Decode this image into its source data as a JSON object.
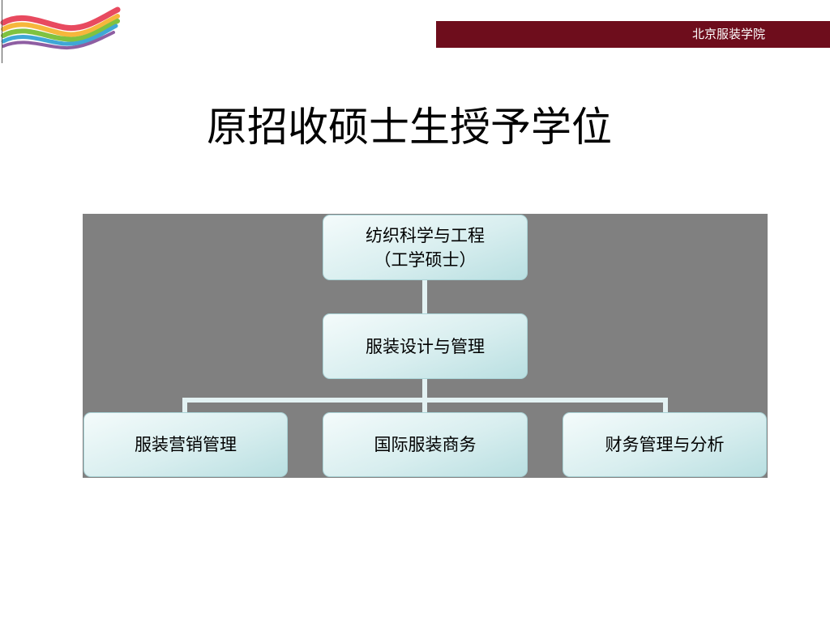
{
  "header": {
    "institution": "北京服装学院"
  },
  "slide": {
    "title": "原招收硕士生授予学位"
  },
  "diagram": {
    "root": {
      "line1": "纺织科学与工程",
      "line2": "（工学硕士）"
    },
    "middle": {
      "label": "服装设计与管理"
    },
    "leaves": [
      {
        "label": "服装营销管理"
      },
      {
        "label": "国际服装商务"
      },
      {
        "label": "财务管理与分析"
      }
    ]
  },
  "colors": {
    "header_bar": "#6e0d1c",
    "panel_background": "#808080",
    "node_fill": "#d8eeef",
    "connector": "#e3f2f3"
  },
  "icons": {
    "logo": "rainbow-wave-logo"
  }
}
